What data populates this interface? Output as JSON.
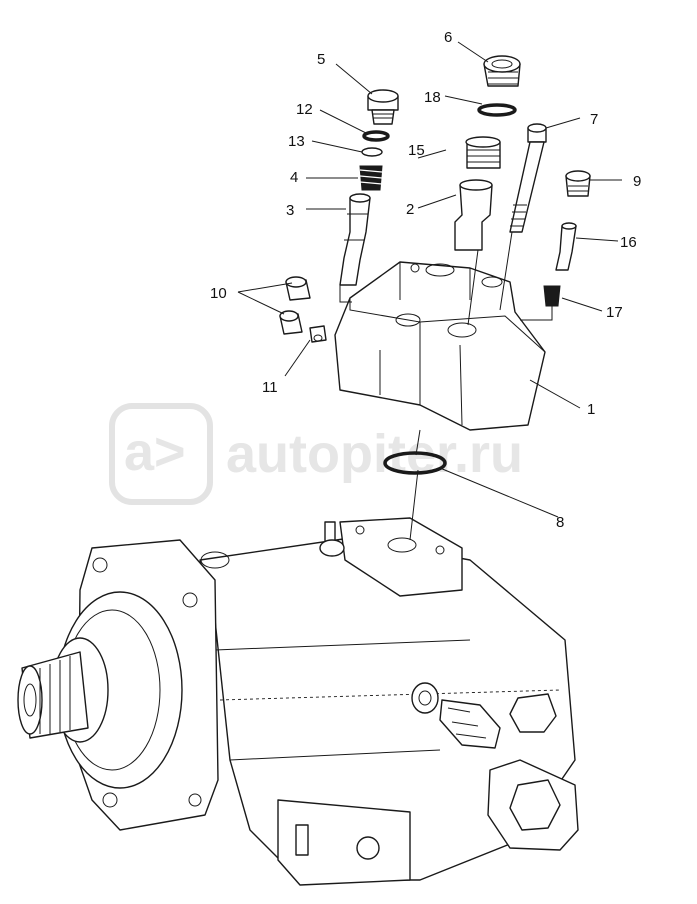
{
  "watermark": {
    "text": "autopiter.ru",
    "logo_text": "a>"
  },
  "callouts": [
    {
      "id": "c1",
      "label": "1"
    },
    {
      "id": "c2",
      "label": "2"
    },
    {
      "id": "c3",
      "label": "3"
    },
    {
      "id": "c4",
      "label": "4"
    },
    {
      "id": "c5",
      "label": "5"
    },
    {
      "id": "c6",
      "label": "6"
    },
    {
      "id": "c7",
      "label": "7"
    },
    {
      "id": "c8",
      "label": "8"
    },
    {
      "id": "c9",
      "label": "9"
    },
    {
      "id": "c10",
      "label": "10"
    },
    {
      "id": "c11",
      "label": "11"
    },
    {
      "id": "c12",
      "label": "12"
    },
    {
      "id": "c13",
      "label": "13"
    },
    {
      "id": "c15",
      "label": "15"
    },
    {
      "id": "c16",
      "label": "16"
    },
    {
      "id": "c17",
      "label": "17"
    },
    {
      "id": "c18",
      "label": "18"
    }
  ]
}
